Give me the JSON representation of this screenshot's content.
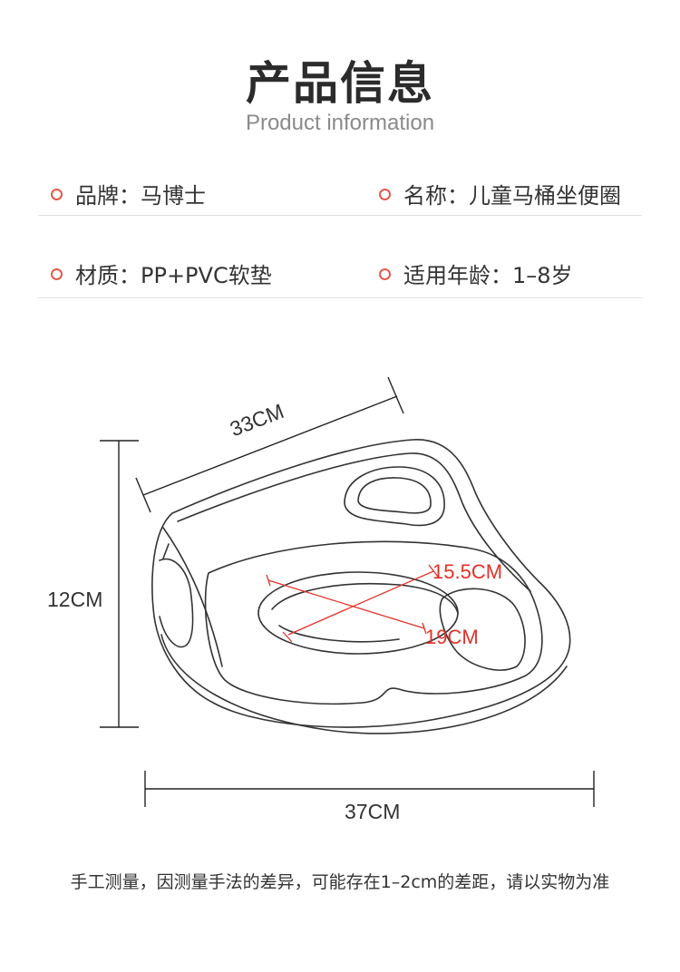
{
  "header": {
    "title": "产品信息",
    "subtitle": "Product information"
  },
  "specs": [
    {
      "label": "品牌：",
      "value": "马博士"
    },
    {
      "label": "名称：",
      "value": "儿童马桶坐便圈"
    },
    {
      "label": "材质：",
      "value": "PP+PVC软垫"
    },
    {
      "label": "适用年龄：",
      "value": "1–8岁"
    }
  ],
  "dimensions": {
    "depth": "33CM",
    "height": "12CM",
    "width": "37CM",
    "hole_width": "15.5CM",
    "hole_length": "19CM"
  },
  "note": "手工测量，因测量手法的差异，可能存在1–2cm的差距，请以实物为准",
  "colors": {
    "bullet": "#e25a4a",
    "dimension_red": "#e0322a",
    "line": "#e2e2e2"
  }
}
